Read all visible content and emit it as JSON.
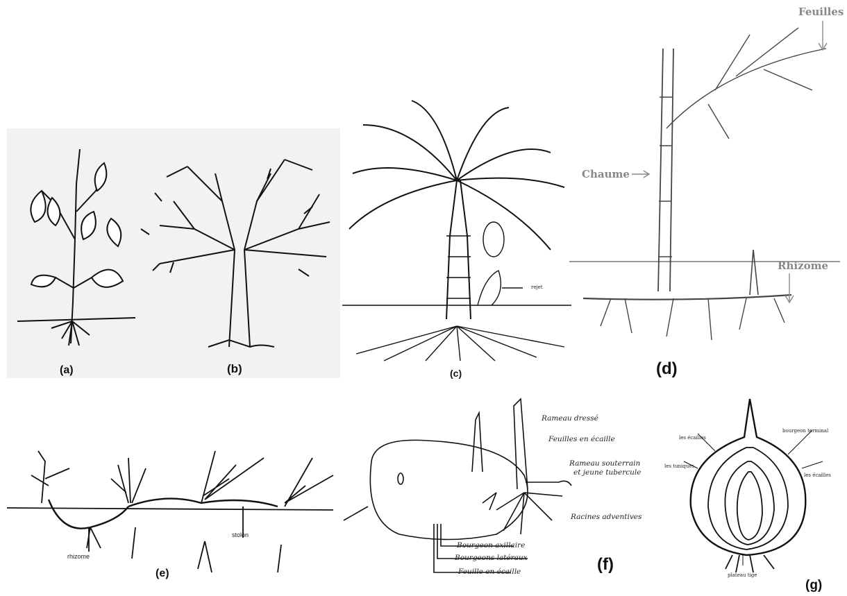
{
  "panels": {
    "a": {
      "caption": "(a)"
    },
    "b": {
      "caption": "(b)"
    },
    "c": {
      "caption": "(c)",
      "labels": {
        "stem": "rejet"
      }
    },
    "d": {
      "caption": "(d)",
      "labels": {
        "leaves": "Feuilles",
        "culm": "Chaume",
        "rhizome": "Rhizome"
      }
    },
    "e": {
      "caption": "(e)",
      "labels": {
        "rhizome": "rhizome",
        "stolon": "stolon"
      }
    },
    "f": {
      "caption": "(f)",
      "labels": {
        "upright_branch": "Rameau dressé",
        "scale_leaves": "Feuilles en écaille",
        "underground_branch_1": "Rameau souterrain",
        "underground_branch_2": "et jeune tubercule",
        "adventitious_roots": "Racines adventives",
        "axillary_bud": "Bourgeon axillaire",
        "lateral_buds": "Bourgeons latéraux",
        "scale_leaf": "Feuille en écaille"
      }
    },
    "g": {
      "caption": "(g)",
      "labels": {
        "scales_left": "les écailles",
        "bud": "bourgeon terminal",
        "tunics": "les tuniques",
        "scales_right": "les écailles",
        "plate": "plateau tige"
      }
    }
  }
}
